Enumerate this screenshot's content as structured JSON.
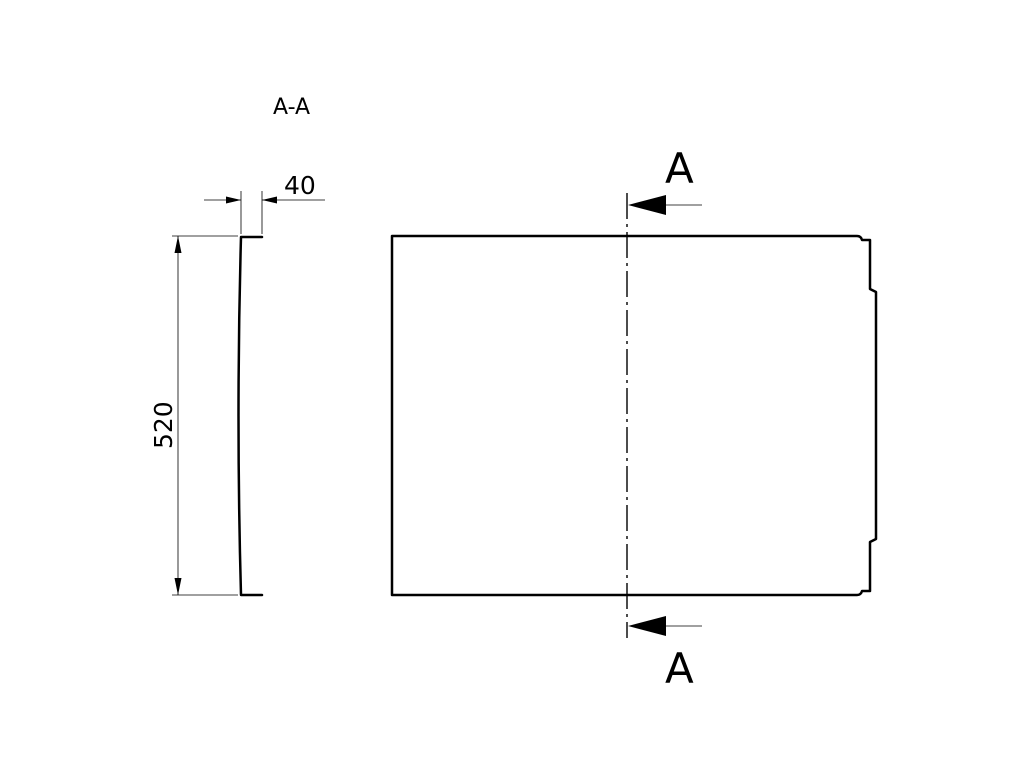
{
  "section_view": {
    "title": "A-A",
    "width_dimension": "40",
    "height_dimension": "520"
  },
  "front_view": {
    "cut_label_top": "A",
    "cut_label_bottom": "A"
  }
}
